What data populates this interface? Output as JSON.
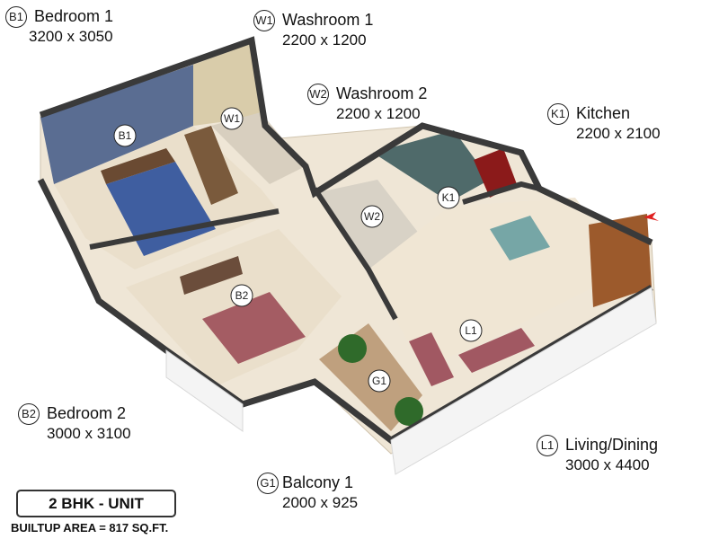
{
  "legend": [
    {
      "id": "B1",
      "name": "Bedroom 1",
      "size": "3200 x 3050"
    },
    {
      "id": "W1",
      "name": "Washroom 1",
      "size": "2200 x 1200"
    },
    {
      "id": "W2",
      "name": "Washroom 2",
      "size": "2200 x 1200"
    },
    {
      "id": "K1",
      "name": "Kitchen",
      "size": "2200 x 2100"
    },
    {
      "id": "B2",
      "name": "Bedroom 2",
      "size": "3000 x 3100"
    },
    {
      "id": "L1",
      "name": "Living/Dining",
      "size": "3000 x 4400"
    },
    {
      "id": "G1",
      "name": "Balcony 1",
      "size": "2000 x 925"
    }
  ],
  "unit_label": "2 BHK - UNIT",
  "builtup_area": "BUILTUP AREA = 817 SQ.FT.",
  "colors": {
    "wall_top": "#3a3a3a",
    "wall_face": "#f2f2f2",
    "floor": "#efe6d6",
    "bedroom1_wall": "#5a6d92",
    "entry_arrow": "#e02020"
  }
}
